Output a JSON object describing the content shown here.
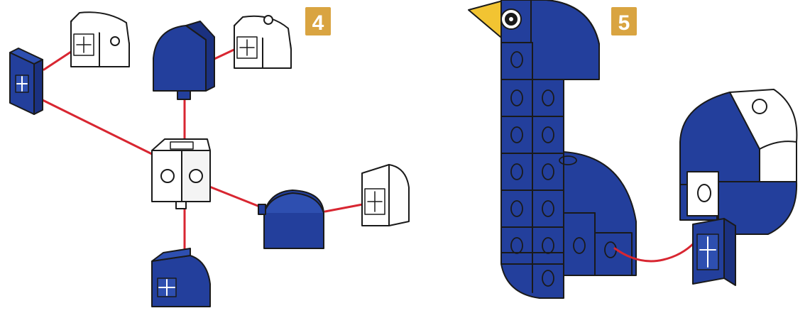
{
  "steps": [
    {
      "number": "4"
    },
    {
      "number": "5"
    }
  ],
  "colors": {
    "piece_blue": "#233f9c",
    "piece_white": "#ffffff",
    "outline": "#1a1a1a",
    "connector_line": "#d82631",
    "badge": "#d9a441",
    "beak": "#f2c432"
  },
  "icons": [
    "hub-cube",
    "quarter-round-block",
    "square-block",
    "bird-figure",
    "red-connection-line"
  ]
}
